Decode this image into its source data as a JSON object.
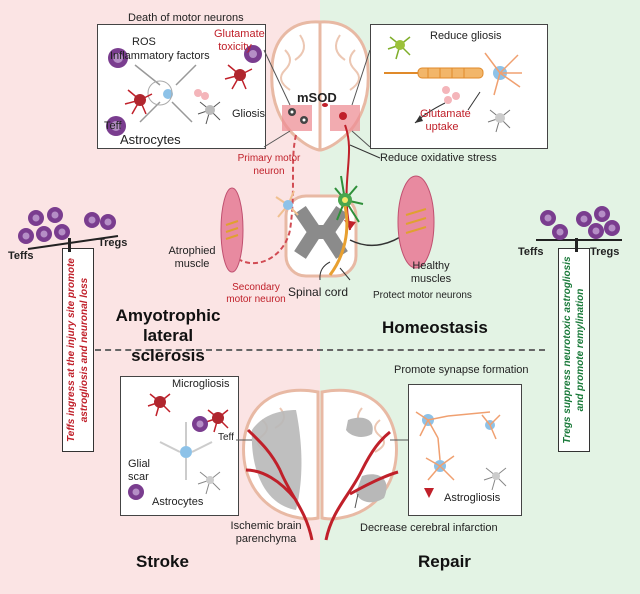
{
  "colors": {
    "left_bg": "#fbe4e4",
    "right_bg": "#e3f3e4",
    "red": "#c0202a",
    "green": "#1a7a3a",
    "teff_purple": "#7a3d8f"
  },
  "top_left_panel": {
    "title": "Death of motor neurons",
    "ros": "ROS",
    "inflammatory": "Inflammatory factors",
    "glutamate_toxicity": "Glutamate toxicity",
    "gliosis": "Gliosis",
    "teff": "Teff",
    "astrocytes": "Astrocytes"
  },
  "top_right_panel": {
    "reduce_gliosis": "Reduce gliosis",
    "glutamate_uptake": "Glutamate uptake"
  },
  "center": {
    "msod": "mSOD",
    "reduce_oxidative": "Reduce oxidative stress",
    "primary_motor_neuron": "Primary motor neuron",
    "atrophied_muscle": "Atrophied muscle",
    "secondary_motor_neuron": "Secondary motor neuron",
    "spinal_cord": "Spinal cord",
    "healthy_muscles": "Healthy muscles",
    "protect_motor_neurons": "Protect motor neurons"
  },
  "left_balance": {
    "teffs": "Teffs",
    "tregs": "Tregs",
    "note": "Teffs ingress at the injury site promote astrogliosis and neuronal loss"
  },
  "right_balance": {
    "teffs": "Teffs",
    "tregs": "Tregs",
    "note": "Tregs suppress neurotoxic astrogliosis and promote remylination"
  },
  "section_titles": {
    "als": "Amyotrophic lateral sclerosis",
    "homeostasis": "Homeostasis",
    "stroke": "Stroke",
    "repair": "Repair"
  },
  "bottom_left_panel": {
    "microgliosis": "Microgliosis",
    "teff": "Teff",
    "glial_scar": "Glial scar",
    "astrocytes": "Astrocytes"
  },
  "bottom_right_panel": {
    "promote_synapse": "Promote synapse formation",
    "astrogliosis": "Astrogliosis"
  },
  "bottom_center": {
    "ischemic": "Ischemic brain parenchyma",
    "decrease_infarction": "Decrease cerebral infarction"
  }
}
